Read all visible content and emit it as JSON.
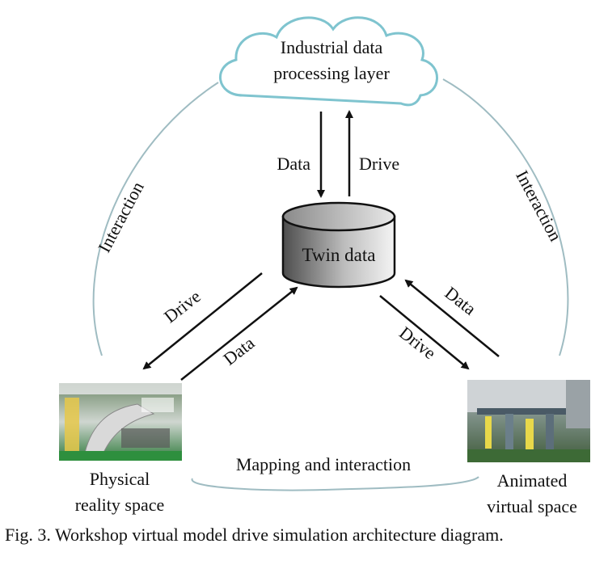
{
  "cloud_label": [
    "Industrial data",
    "processing layer"
  ],
  "twin_data_label": "Twin data",
  "edges": {
    "cloud_to_twin": "Data",
    "twin_to_cloud": "Drive",
    "twin_to_physical": "Drive",
    "physical_to_twin": "Data",
    "virtual_to_twin": "Data",
    "twin_to_virtual": "Drive",
    "interaction_left": "Interaction",
    "interaction_right": "Interaction",
    "mapping": "Mapping and interaction"
  },
  "physical_label": [
    "Physical",
    "reality space"
  ],
  "virtual_label": [
    "Animated",
    "virtual space"
  ],
  "caption": "Fig. 3.   Workshop virtual model drive simulation architecture diagram.",
  "colors": {
    "cloud_stroke": "#7fc4cf",
    "curve": "#9fbcc2",
    "cylinder_dark": "#5a5a5a",
    "cylinder_light": "#f2f2f2"
  }
}
